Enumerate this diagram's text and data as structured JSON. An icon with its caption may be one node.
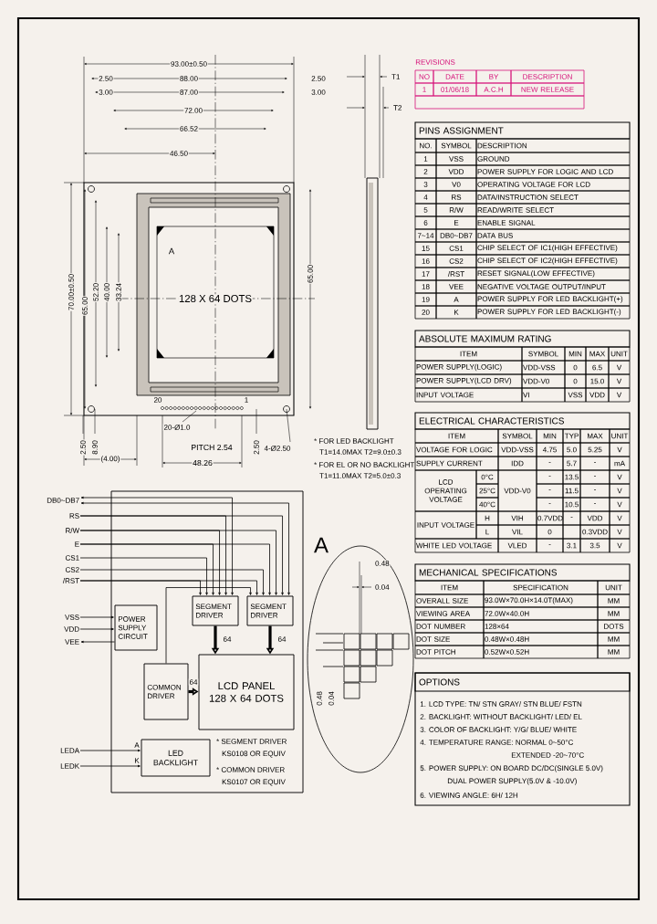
{
  "diagram": {
    "nodes": [
      {
        "text": [
          "DB0~DB7"
        ]
      },
      {
        "text": [
          "RS"
        ]
      },
      {
        "text": [
          "R/W"
        ]
      },
      {
        "text": [
          "E"
        ]
      },
      {
        "text": [
          "CS1"
        ]
      },
      {
        "text": [
          "CS2"
        ]
      },
      {
        "text": [
          "/RST"
        ]
      },
      {
        "text": [
          "VSS"
        ]
      },
      {
        "text": [
          "VDD"
        ]
      },
      {
        "text": [
          "VEE"
        ]
      },
      {
        "text": [
          "LEDA"
        ]
      },
      {
        "text": [
          "LEDK"
        ]
      },
      {
        "text": [
          "POWER SUPPLY CIRCUIT"
        ]
      },
      {
        "text": [
          "SEGMENT DRIVER"
        ]
      },
      {
        "text": [
          "SEGMENT DRIVER"
        ]
      },
      {
        "text": [
          "COMMON DRIVER"
        ]
      },
      {
        "text": [
          "LCD PANEL 128 X 64 DOTS"
        ]
      },
      {
        "text": [
          "LED BACKLIGHT"
        ]
      }
    ],
    "edges": [
      {
        "from": 0,
        "to": 13,
        "arrow": "both"
      },
      {
        "from": 0,
        "to": 14,
        "arrow": "both"
      },
      {
        "from": 1,
        "to": 13,
        "arrow": "to"
      },
      {
        "from": 1,
        "to": 14,
        "arrow": "to"
      },
      {
        "from": 2,
        "to": 13,
        "arrow": "to"
      },
      {
        "from": 2,
        "to": 14,
        "arrow": "to"
      },
      {
        "from": 3,
        "to": 13,
        "arrow": "to"
      },
      {
        "from": 3,
        "to": 14,
        "arrow": "to"
      },
      {
        "from": 4,
        "to": 13,
        "arrow": "to"
      },
      {
        "from": 5,
        "to": 14,
        "arrow": "to"
      },
      {
        "from": 6,
        "to": 13,
        "arrow": "to"
      },
      {
        "from": 6,
        "to": 14,
        "arrow": "to"
      },
      {
        "from": 15,
        "to": 14,
        "arrow": "to"
      },
      {
        "from": 7,
        "to": 12,
        "arrow": "to"
      },
      {
        "from": 8,
        "to": 12,
        "arrow": "to"
      },
      {
        "from": 12,
        "to": 9,
        "arrow": "to"
      },
      {
        "from": 13,
        "to": 16,
        "arrow": "to",
        "label": "64",
        "style": "thick"
      },
      {
        "from": 14,
        "to": 16,
        "arrow": "to",
        "label": "64",
        "style": "thick"
      },
      {
        "from": 15,
        "to": 16,
        "arrow": "to",
        "label": "64",
        "style": "thick"
      },
      {
        "from": 10,
        "to": 17,
        "arrow": "to",
        "label": "A"
      },
      {
        "from": 11,
        "to": 17,
        "arrow": "to",
        "label": "K"
      }
    ],
    "labels": [
      "93.00±0.50",
      "2.50",
      "3.00",
      "88.00",
      "87.00",
      "72.00",
      "66.52",
      "46.50",
      "2.50",
      "3.00",
      "T1",
      "T2",
      "65.00",
      "70.00±0.50",
      "65.00",
      "52.20",
      "40.00",
      "33.24",
      "128 X 64 DOTS",
      "A",
      "20",
      "1",
      "20-Ø1.0",
      "PITCH 2.54",
      "4-Ø2.50",
      "2.50",
      "8.90",
      "(4.00)",
      "48.26",
      "2.50",
      "* FOR LED BACKLIGHT",
      "T1=14.0MAX T2=9.0±0.3",
      "* FOR EL OR NO BACKLIGHT",
      "T1=11.0MAX T2=5.0±0.3",
      "* SEGMENT DRIVER",
      "KS0108 OR EQUIV",
      "* COMMON DRIVER",
      "KS0107 OR EQUIV",
      "A",
      "0.48",
      "0.04",
      "0.48",
      "0.04",
      "REVISIONS",
      "NO",
      "DATE",
      "BY",
      "DESCRIPTION",
      "1",
      "01/06/18",
      "A.C.H",
      "NEW RELEASE",
      "PINS ASSIGNMENT",
      "NO.",
      "SYMBOL",
      "DESCRIPTION",
      "1",
      "VSS",
      "GROUND",
      "2",
      "VDD",
      "POWER SUPPLY FOR LOGIC AND LCD",
      "3",
      "V0",
      "OPERATING VOLTAGE FOR LCD",
      "4",
      "RS",
      "DATA/INSTRUCTION SELECT",
      "5",
      "R/W",
      "READ/WRITE SELECT",
      "6",
      "E",
      "ENABLE SIGNAL",
      "7~14",
      "DB0~DB7",
      "DATA BUS",
      "15",
      "CS1",
      "CHIP SELECT OF IC1(HIGH EFFECTIVE)",
      "16",
      "CS2",
      "CHIP SELECT OF IC2(HIGH EFFECTIVE)",
      "17",
      "/RST",
      "RESET SIGNAL(LOW EFFECTIVE)",
      "18",
      "VEE",
      "NEGATIVE VOLTAGE OUTPUT/INPUT",
      "19",
      "A",
      "POWER SUPPLY FOR LED BACKLIGHT(+)",
      "20",
      "K",
      "POWER SUPPLY FOR LED BACKLIGHT(-)",
      "ABSOLUTE MAXIMUM RATING",
      "ITEM",
      "SYMBOL",
      "MIN",
      "MAX",
      "UNIT",
      "POWER SUPPLY(LOGIC)",
      "VDD-VSS",
      "0",
      "6.5",
      "V",
      "POWER SUPPLY(LCD DRV)",
      "VDD-V0",
      "0",
      "15.0",
      "V",
      "INPUT VOLTAGE",
      "VI",
      "VSS",
      "VDD",
      "V",
      "ELECTRICAL CHARACTERISTICS",
      "ITEM",
      "SYMBOL",
      "MIN",
      "TYP",
      "MAX",
      "UNIT",
      "VOLTAGE FOR LOGIC",
      "VDD-VSS",
      "4.75",
      "5.0",
      "5.25",
      "V",
      "SUPPLY CURRENT",
      "IDD",
      "-",
      "5.7",
      "-",
      "mA",
      "LCD OPERATING VOLTAGE",
      "0°C",
      "VDD-V0",
      "-",
      "13.5",
      "-",
      "V",
      "25°C",
      "-",
      "11.5",
      "-",
      "V",
      "40°C",
      "-",
      "10.5",
      "-",
      "V",
      "INPUT VOLTAGE",
      "H",
      "VIH",
      "0.7VDD",
      "-",
      "VDD",
      "V",
      "L",
      "VIL",
      "0",
      "0.3VDD",
      "V",
      "WHITE LED VOLTAGE",
      "VLED",
      "-",
      "3.1",
      "3.5",
      "V",
      "MECHANICAL SPECIFICATIONS",
      "ITEM",
      "SPECIFICATION",
      "UNIT",
      "OVERALL SIZE",
      "93.0W×70.0H×14.0T(MAX)",
      "MM",
      "VIEWING AREA",
      "72.0W×40.0H",
      "MM",
      "DOT NUMBER",
      "128×64",
      "DOTS",
      "DOT SIZE",
      "0.48W×0.48H",
      "MM",
      "DOT PITCH",
      "0.52W×0.52H",
      "MM",
      "OPTIONS",
      "1. LCD TYPE: TN/ STN GRAY/ STN BLUE/ FSTN",
      "2. BACKLIGHT: WITHOUT BACKLIGHT/ LED/ EL",
      "3. COLOR OF BACKLIGHT: Y/G/ BLUE/ WHITE",
      "4. TEMPERATURE RANGE: NORMAL 0~50°C",
      "EXTENDED -20~70°C",
      "5. POWER SUPPLY: ON BOARD DC/DC(SINGLE 5.0V)",
      "DUAL POWER SUPPLY(5.0V & -10.0V)",
      "6. VIEWING ANGLE: 6H/ 12H"
    ]
  }
}
